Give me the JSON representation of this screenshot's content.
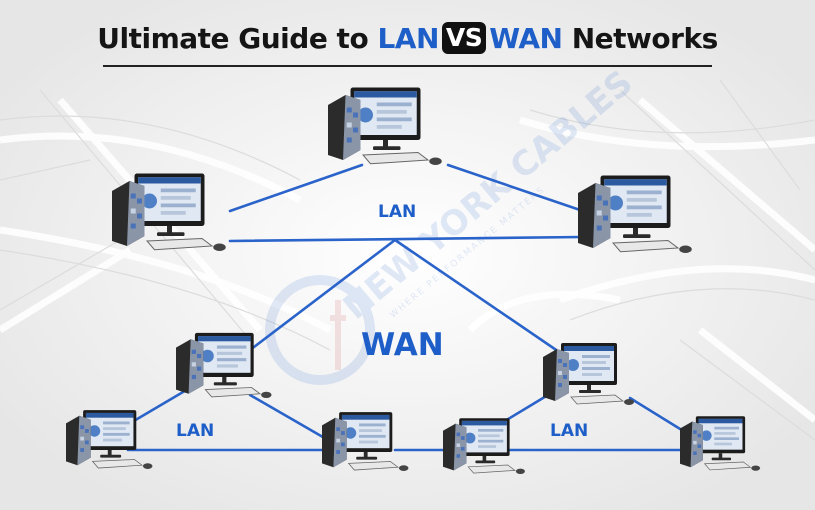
{
  "title": {
    "part1": "Ultimate Guide to ",
    "lan": "LAN",
    "vs": "VS",
    "wan": "WAN",
    "part2": " Networks"
  },
  "labels": {
    "lan_top": "LAN",
    "wan": "WAN",
    "lan_left": "LAN",
    "lan_right": "LAN"
  },
  "watermark": {
    "text": "NEW YORK CABLES",
    "tagline": "WHERE PERFORMANCE MATTERS"
  },
  "colors": {
    "accent": "#1e5ec8",
    "link": "#2a63c9",
    "title": "#151515"
  }
}
